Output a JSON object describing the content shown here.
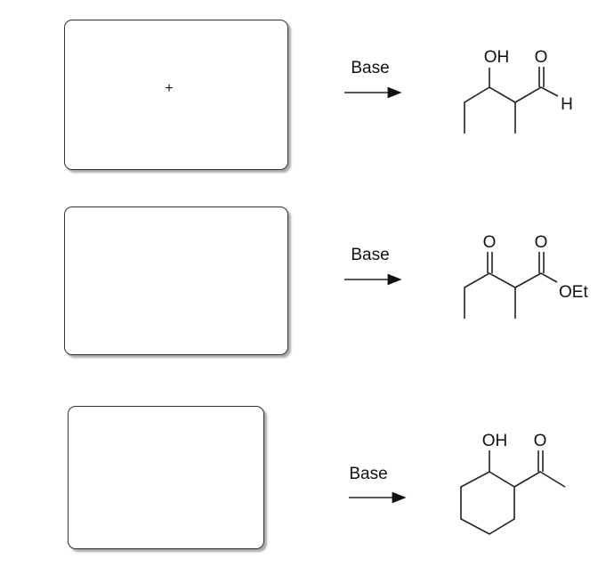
{
  "reactions": [
    {
      "reagent": "Base",
      "product_labels": {
        "hydroxyl": "OH",
        "carbonyl": "O",
        "hydrogen": "H"
      },
      "box_mark": "+"
    },
    {
      "reagent": "Base",
      "product_labels": {
        "ketone": "O",
        "ester_carbonyl": "O",
        "ester_group": "OEt"
      }
    },
    {
      "reagent": "Base",
      "product_labels": {
        "hydroxyl": "OH",
        "carbonyl": "O"
      }
    }
  ]
}
